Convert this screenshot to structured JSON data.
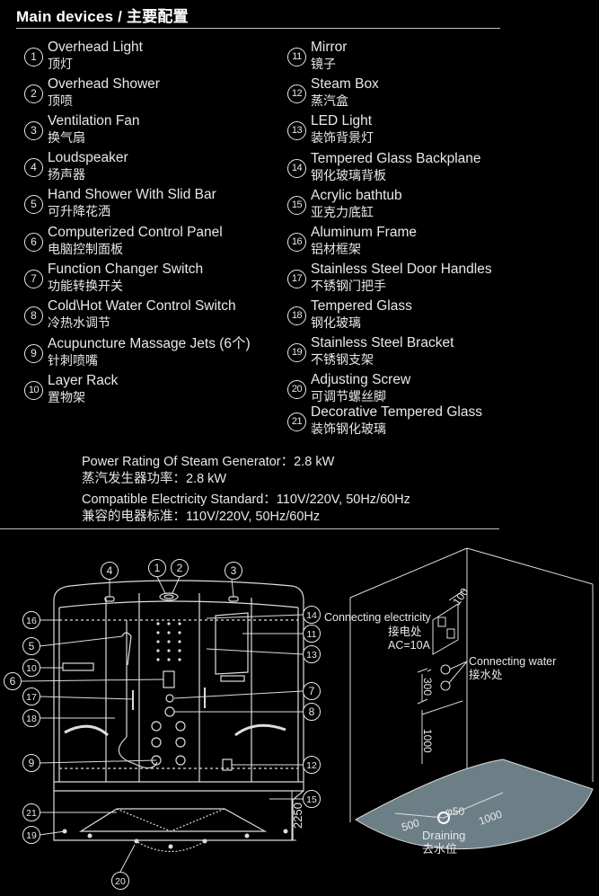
{
  "heading": "Main devices / 主要配置",
  "devices": [
    {
      "no": "1",
      "en": "Overhead Light",
      "zh": "顶灯"
    },
    {
      "no": "2",
      "en": "Overhead Shower",
      "zh": "顶喷"
    },
    {
      "no": "3",
      "en": "Ventilation Fan",
      "zh": "换气扇"
    },
    {
      "no": "4",
      "en": "Loudspeaker",
      "zh": "扬声器"
    },
    {
      "no": "5",
      "en": "Hand Shower With Slid Bar",
      "zh": "可升降花洒"
    },
    {
      "no": "6",
      "en": "Computerized Control Panel",
      "zh": "电脑控制面板"
    },
    {
      "no": "7",
      "en": "Function Changer Switch",
      "zh": "功能转换开关"
    },
    {
      "no": "8",
      "en": "Cold\\Hot Water Control Switch",
      "zh": "冷热水调节"
    },
    {
      "no": "9",
      "en": "Acupuncture Massage Jets (6个)",
      "zh": "针刺喷嘴"
    },
    {
      "no": "10",
      "en": "Layer Rack",
      "zh": "置物架"
    },
    {
      "no": "11",
      "en": "Mirror",
      "zh": "镜子"
    },
    {
      "no": "12",
      "en": "Steam Box",
      "zh": "蒸汽盒"
    },
    {
      "no": "13",
      "en": "LED Light",
      "zh": "装饰背景灯"
    },
    {
      "no": "14",
      "en": "Tempered Glass Backplane",
      "zh": "钢化玻璃背板"
    },
    {
      "no": "15",
      "en": "Acrylic bathtub",
      "zh": "亚克力底缸"
    },
    {
      "no": "16",
      "en": "Aluminum Frame",
      "zh": "铝材框架"
    },
    {
      "no": "17",
      "en": "Stainless Steel Door Handles",
      "zh": "不锈钢门把手"
    },
    {
      "no": "18",
      "en": "Tempered Glass",
      "zh": "钢化玻璃"
    },
    {
      "no": "19",
      "en": "Stainless Steel Bracket",
      "zh": "不锈钢支架"
    },
    {
      "no": "20",
      "en": "Adjusting Screw",
      "zh": "可调节螺丝脚"
    },
    {
      "no": "21",
      "en": "Decorative Tempered Glass",
      "zh": "装饰钢化玻璃"
    }
  ],
  "specs": {
    "power_en": "Power Rating Of Steam Generator：2.8 kW",
    "power_zh": "蒸汽发生器功率：2.8 kW",
    "elec_en": "Compatible Electricity Standard：110V/220V, 50Hz/60Hz",
    "elec_zh": "兼容的电器标准：110V/220V, 50Hz/60Hz"
  },
  "diagram": {
    "callouts": {
      "n1": "1",
      "n2": "2",
      "n3": "3",
      "n4": "4",
      "n5": "5",
      "n6": "6",
      "n7": "7",
      "n8": "8",
      "n9": "9",
      "n10": "10",
      "n11": "11",
      "n12": "12",
      "n13": "13",
      "n14": "14",
      "n15": "15",
      "n16": "16",
      "n17": "17",
      "n18": "18",
      "n19": "19",
      "n20": "20",
      "n21": "21"
    },
    "height_dim": "2250",
    "elec_en": "Connecting electricity",
    "elec_zh": "接电处",
    "elec_ac": "AC=10A",
    "dim_100": "100",
    "water_en": "Connecting water",
    "water_zh": "接水处",
    "dim_300": "300",
    "dim_1000_v": "1000",
    "dim_500": "500",
    "dim_1000_h": "1000",
    "drain_dia": "φ50",
    "drain_en": "Draining",
    "drain_zh": "去水位"
  }
}
